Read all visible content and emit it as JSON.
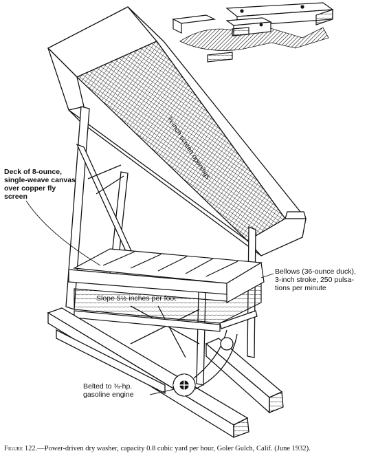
{
  "labels": {
    "screen": "¾-inch screen openings",
    "deck": [
      "Deck of 8-ounce,",
      "single-weave canvas",
      "over copper fly",
      "screen"
    ],
    "bellows": [
      "Bellows (36-ounce duck),",
      "3-inch stroke, 250 pulsa-",
      "tions per minute"
    ],
    "slope": "Slope 5½ inches per foot",
    "belted": [
      "Belted to ⅜-hp.",
      "gasoline engine"
    ]
  },
  "caption": {
    "figure": "Figure 122.",
    "text": "—Power-driven dry washer, capacity 0.8 cubic yard per hour, Goler Gulch, Calif. (June 1932)."
  }
}
